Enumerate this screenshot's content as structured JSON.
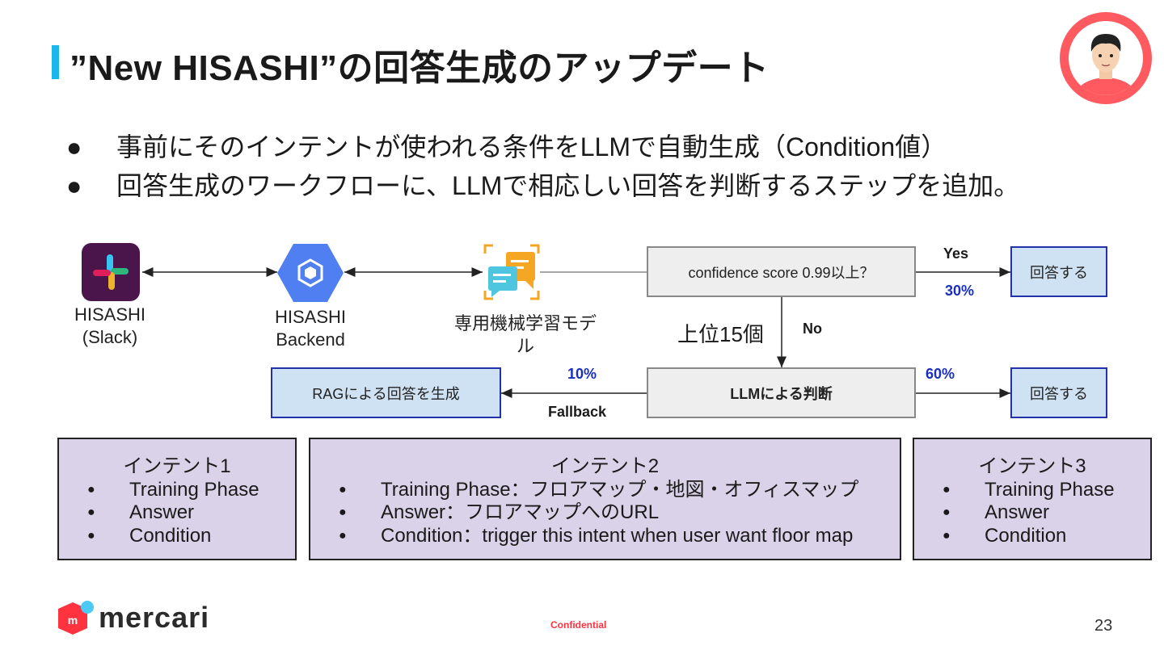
{
  "title": "”New HISASHI”の回答生成のアップデート",
  "bullets": [
    "事前にそのインテントが使われる条件をLLMで自動生成（Condition値）",
    "回答生成のワークフローに、LLMで相応しい回答を判断するステップを追加。"
  ],
  "bullet_symbol": "●",
  "diagram": {
    "nodes": {
      "slack": {
        "label_line1": "HISASHI",
        "label_line2": "(Slack)",
        "icon": "slack-icon"
      },
      "backend": {
        "label_line1": "HISASHI",
        "label_line2": "Backend",
        "icon": "cloud-hexagon-icon"
      },
      "ml_model": {
        "label_line1": "専用機械学習モデ",
        "label_line2": "ル",
        "icon": "chat-bubbles-icon"
      },
      "confidence": {
        "label": "confidence score 0.99以上？"
      },
      "answer_top": {
        "label": "回答する"
      },
      "llm_judge": {
        "label": "LLMによる判断"
      },
      "answer_right": {
        "label": "回答する"
      },
      "rag": {
        "label": "RAGによる回答を生成"
      }
    },
    "edges": {
      "yes": "Yes",
      "yes_pct": "30%",
      "no": "No",
      "top15": "上位15個",
      "llm_pct": "60%",
      "fallback_pct": "10%",
      "fallback": "Fallback"
    }
  },
  "intents": [
    {
      "title": "インテント1",
      "items": [
        "Training Phase",
        "Answer",
        "Condition"
      ]
    },
    {
      "title": "インテント2",
      "items": [
        "Training Phase：フロアマップ・地図・オフィスマップ",
        "Answer：フロアマップへのURL",
        "Condition：trigger this intent when user want floor map"
      ]
    },
    {
      "title": "インテント3",
      "items": [
        "Training Phase",
        "Answer",
        "Condition"
      ]
    }
  ],
  "footer": {
    "logo_text": "mercari",
    "confidential": "Confidential",
    "page_number": "23"
  },
  "colors": {
    "accent": "#1ab7ea",
    "mercari_red": "#ff333f",
    "percent_blue": "#1a2fbf",
    "node_gray": "#eeeeee",
    "node_blue": "#cfe2f3",
    "intent_purple": "#d9d2e9"
  }
}
